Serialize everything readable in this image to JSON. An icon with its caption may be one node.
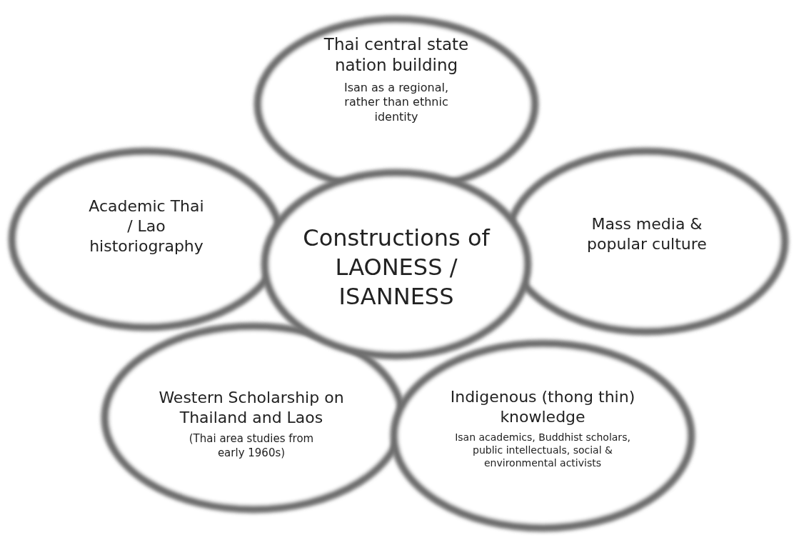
{
  "diagram": {
    "nodes": [
      {
        "text": [
          "Thai central state nation building",
          "Isan as a regional, rather than ethnic identity"
        ]
      },
      {
        "text": [
          "Academic Thai / Lao historiography"
        ]
      },
      {
        "text": [
          "Constructions of LAONESS / ISANNESS"
        ]
      },
      {
        "text": [
          "Mass media & popular culture"
        ]
      },
      {
        "text": [
          "Western Scholarship on Thailand and Laos",
          "(Thai area studies from early 1960s)"
        ]
      },
      {
        "text": [
          "Indigenous (thong thin) knowledge",
          "Isan academics, Buddhist scholars, public intellectuals, social & environmental activists"
        ]
      }
    ],
    "edges": []
  }
}
